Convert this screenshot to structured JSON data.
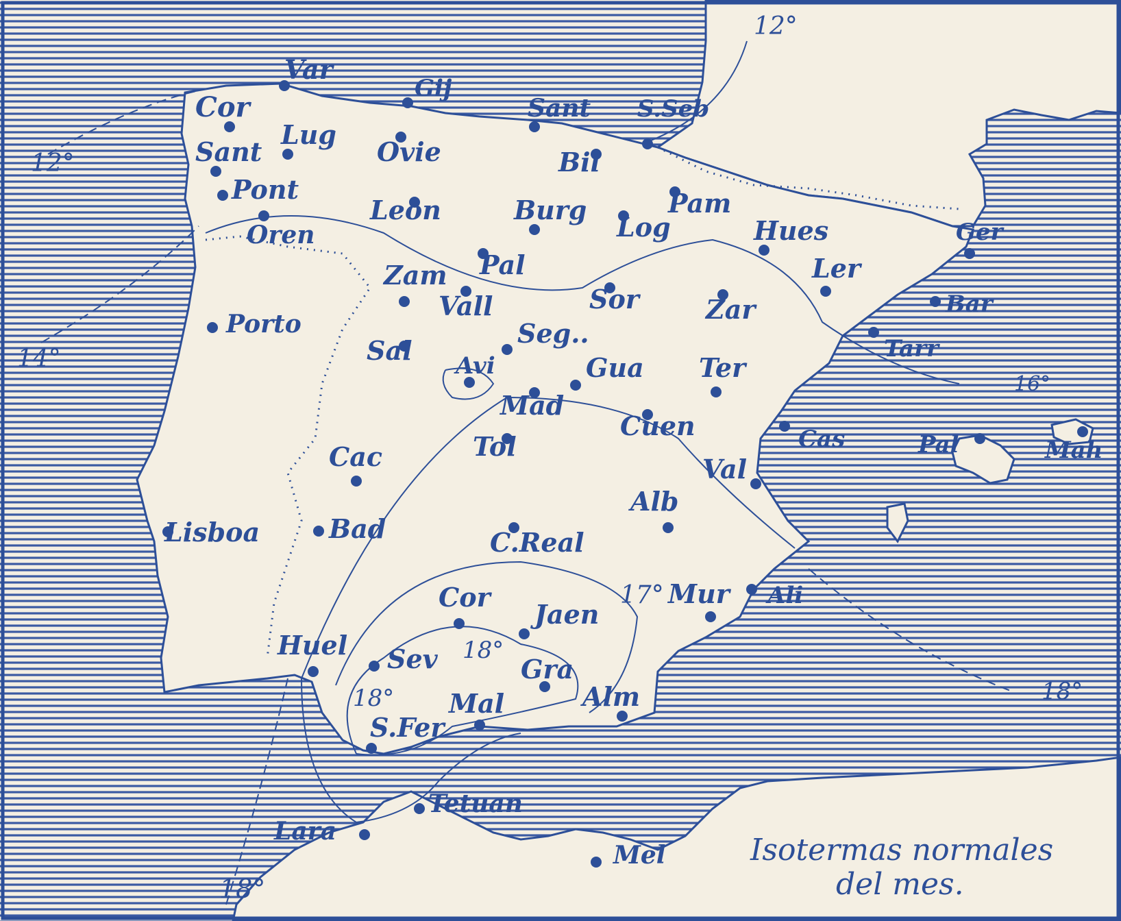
{
  "colors": {
    "ink": "#2d4f98",
    "paper": "#f4efe3",
    "sea_line": "#3b5aa3"
  },
  "map": {
    "title_line1": "Isotermas normales",
    "title_line2": "del mes.",
    "isotherm_labels": [
      "12°",
      "12°",
      "14°",
      "16°",
      "17°",
      "18°",
      "18°",
      "18°",
      "18°"
    ],
    "cities": [
      {
        "label": "Cor"
      },
      {
        "label": "Var"
      },
      {
        "label": "Gij"
      },
      {
        "label": "Sant"
      },
      {
        "label": "Bil"
      },
      {
        "label": "S.Seb"
      },
      {
        "label": "Sant"
      },
      {
        "label": "Lug"
      },
      {
        "label": "Ovie"
      },
      {
        "label": "Pont"
      },
      {
        "label": "Leon"
      },
      {
        "label": "Burg"
      },
      {
        "label": "Pam"
      },
      {
        "label": "Log"
      },
      {
        "label": "Hues"
      },
      {
        "label": "Oren"
      },
      {
        "label": "Pal"
      },
      {
        "label": "Ger"
      },
      {
        "label": "Zam"
      },
      {
        "label": "Ler"
      },
      {
        "label": "Vall"
      },
      {
        "label": "Sor"
      },
      {
        "label": "Zar"
      },
      {
        "label": "Bar"
      },
      {
        "label": "Porto"
      },
      {
        "label": "Seg.."
      },
      {
        "label": "Tarr"
      },
      {
        "label": "Sal"
      },
      {
        "label": "Avi"
      },
      {
        "label": "Gua"
      },
      {
        "label": "Ter"
      },
      {
        "label": "Mad"
      },
      {
        "label": "Cuen"
      },
      {
        "label": "Cas"
      },
      {
        "label": "Pal"
      },
      {
        "label": "Mah"
      },
      {
        "label": "Tol"
      },
      {
        "label": "Cac"
      },
      {
        "label": "Val"
      },
      {
        "label": "Alb"
      },
      {
        "label": "Lisboa"
      },
      {
        "label": "Bad"
      },
      {
        "label": "C.Real"
      },
      {
        "label": "Mur"
      },
      {
        "label": "Ali"
      },
      {
        "label": "Cor"
      },
      {
        "label": "Jaen"
      },
      {
        "label": "Huel"
      },
      {
        "label": "Sev"
      },
      {
        "label": "Gra"
      },
      {
        "label": "Mal"
      },
      {
        "label": "Alm"
      },
      {
        "label": "S.Fer"
      },
      {
        "label": "Tetuan"
      },
      {
        "label": "Lara"
      },
      {
        "label": "Mel"
      }
    ]
  }
}
